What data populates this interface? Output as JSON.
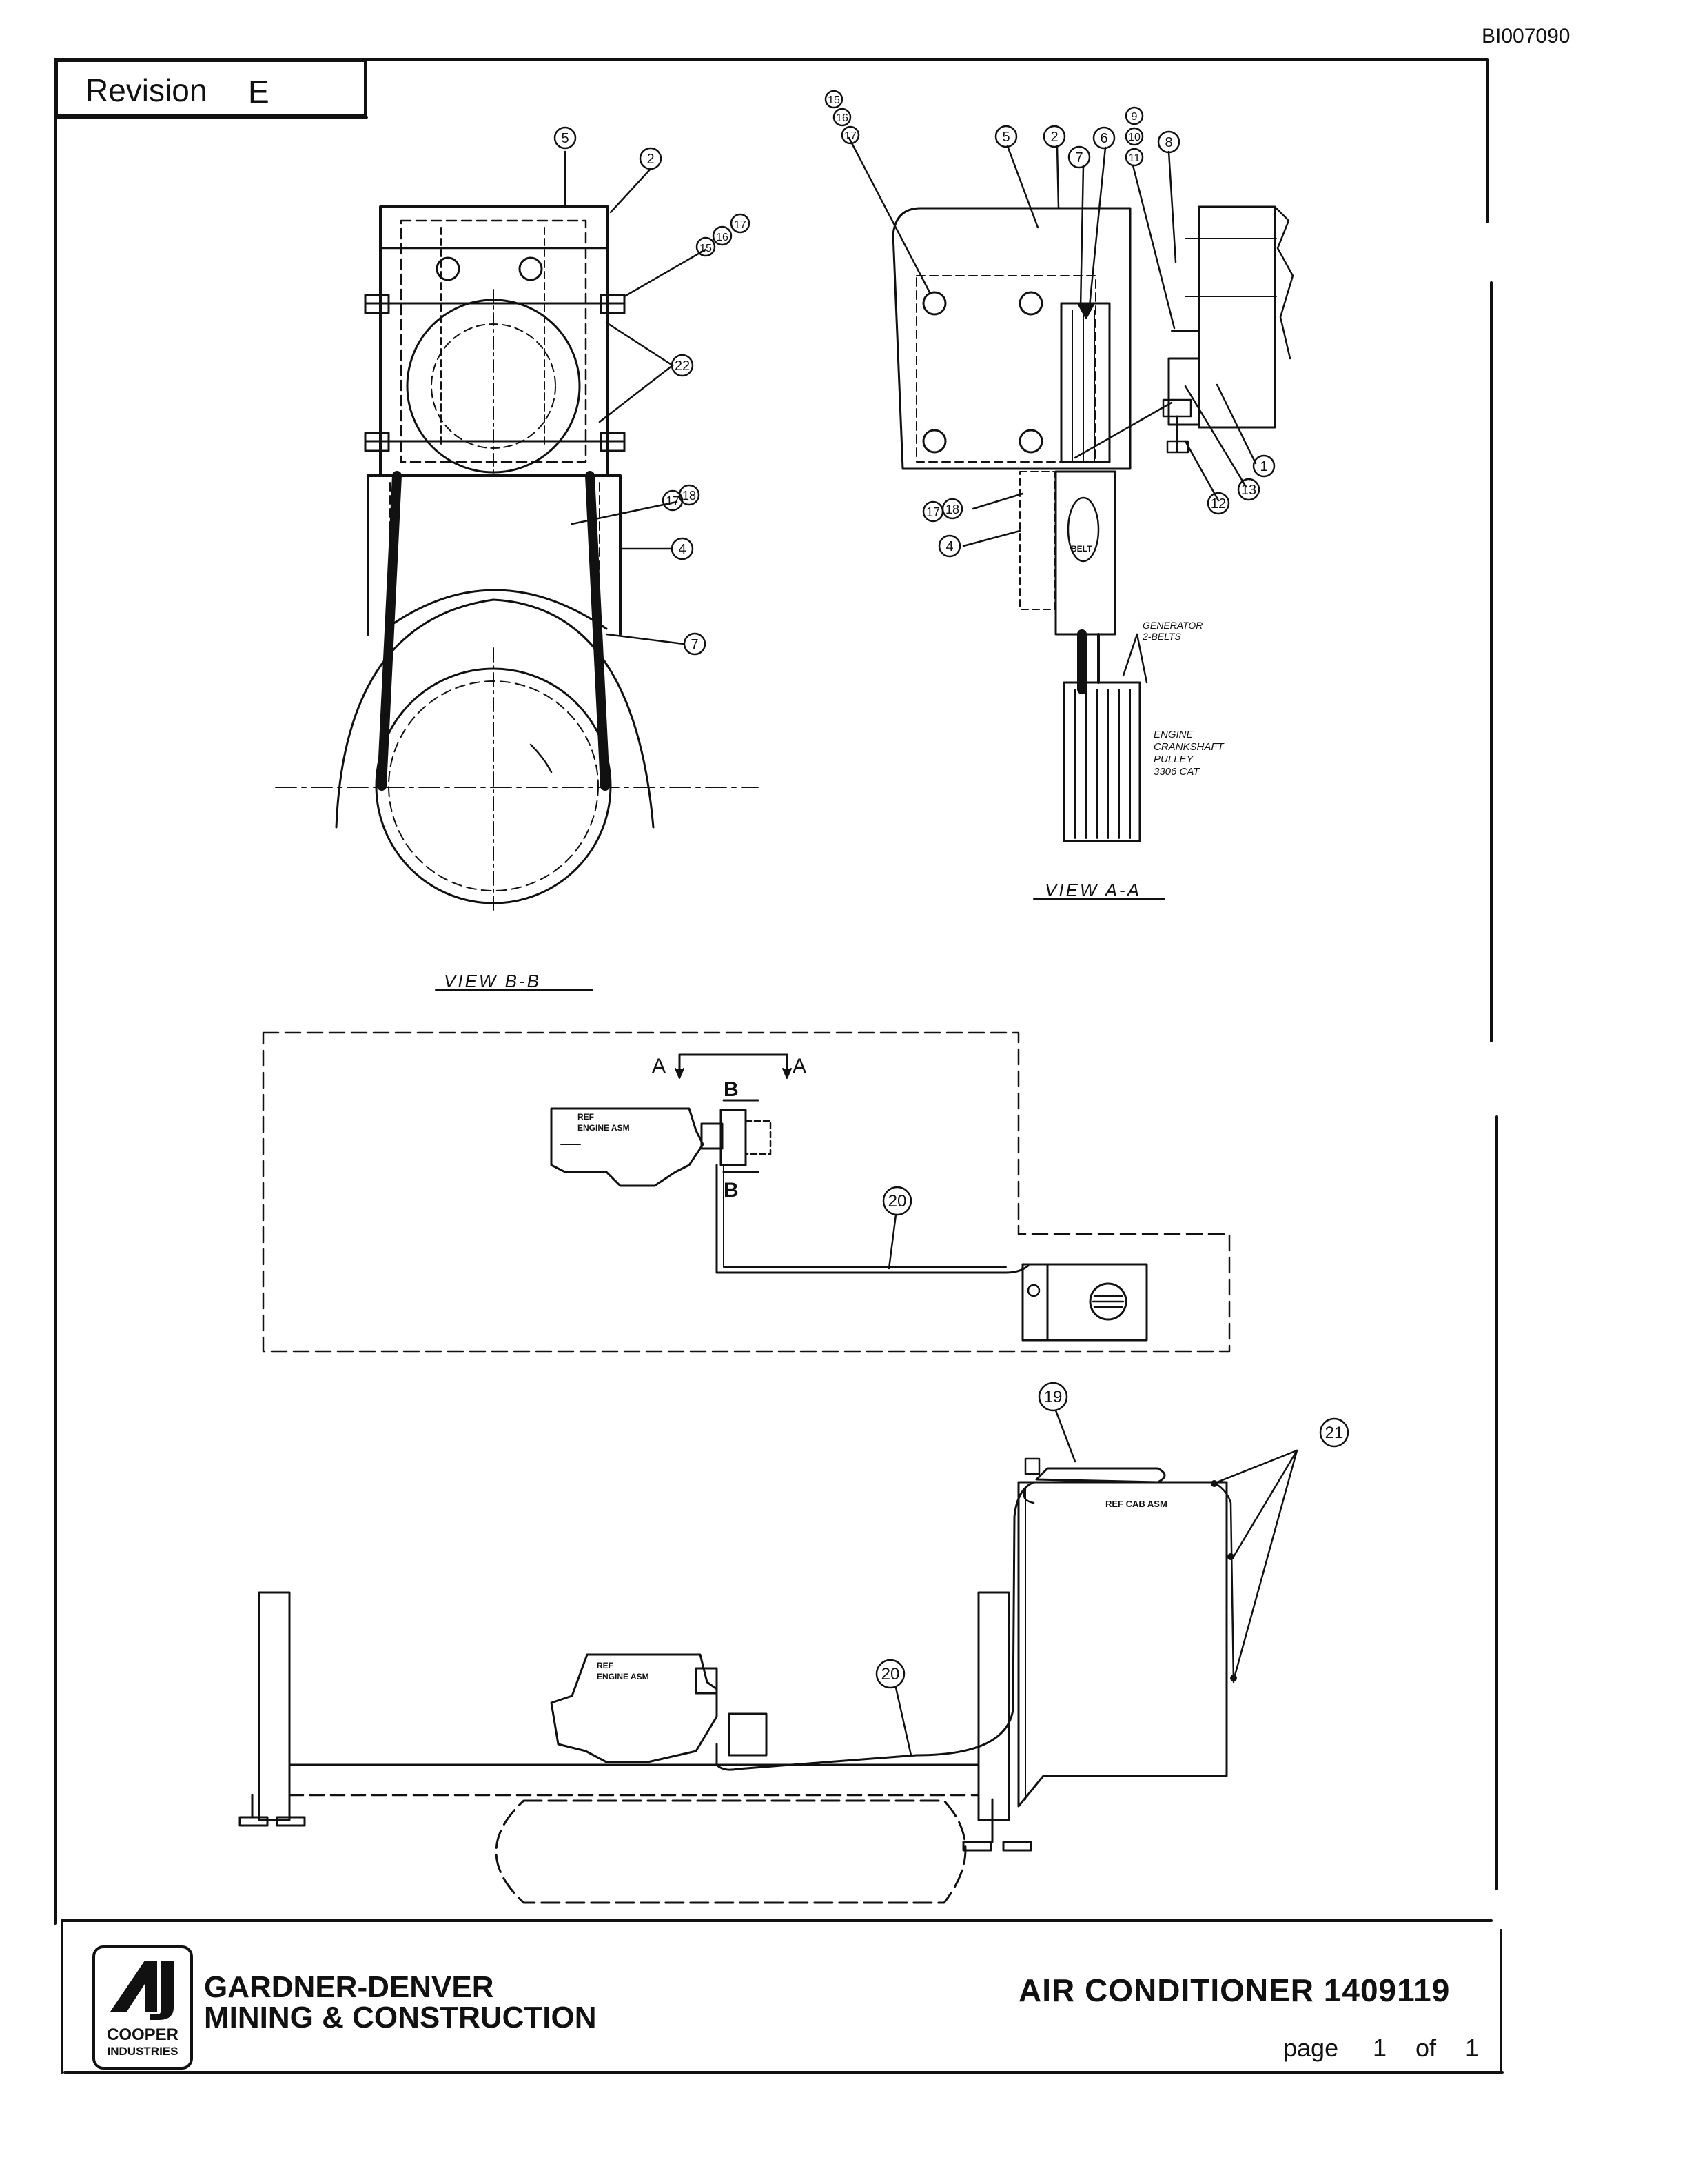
{
  "document": {
    "id": "BI007090",
    "revision_label": "Revision",
    "revision_value": "E"
  },
  "views": {
    "view_bb": "VIEW B-B",
    "view_aa": "VIEW A-A"
  },
  "callouts": {
    "view_bb": [
      "5",
      "2",
      "15",
      "16",
      "17",
      "22",
      "17",
      "18",
      "4",
      "7"
    ],
    "view_aa": [
      "15",
      "16",
      "17",
      "5",
      "2",
      "7",
      "6",
      "9",
      "10",
      "11",
      "8",
      "1",
      "13",
      "12",
      "17",
      "18",
      "4"
    ],
    "plan": [
      "20"
    ],
    "elevation": [
      "19",
      "21",
      "20"
    ]
  },
  "notes": {
    "generator_belts": [
      "GENERATOR",
      "2-BELTS"
    ],
    "engine_pulley": [
      "ENGINE",
      "CRANKSHAFT",
      "PULLEY",
      "3306 CAT"
    ],
    "belt_label": "BELT",
    "ref_engine": [
      "REF",
      "ENGINE ASM"
    ],
    "ref_engine_elev": [
      "REF",
      "ENGINE ASM"
    ],
    "ref_cab": "REF CAB ASM",
    "section_a": "A",
    "section_b": "B"
  },
  "title_block": {
    "company_line1": "GARDNER-DENVER",
    "company_line2": "MINING & CONSTRUCTION",
    "logo_line1": "COOPER",
    "logo_line2": "INDUSTRIES",
    "part_title": "AIR CONDITIONER 1409119",
    "page_label": "page",
    "page_number": "1",
    "page_of": "of",
    "page_total": "1"
  }
}
